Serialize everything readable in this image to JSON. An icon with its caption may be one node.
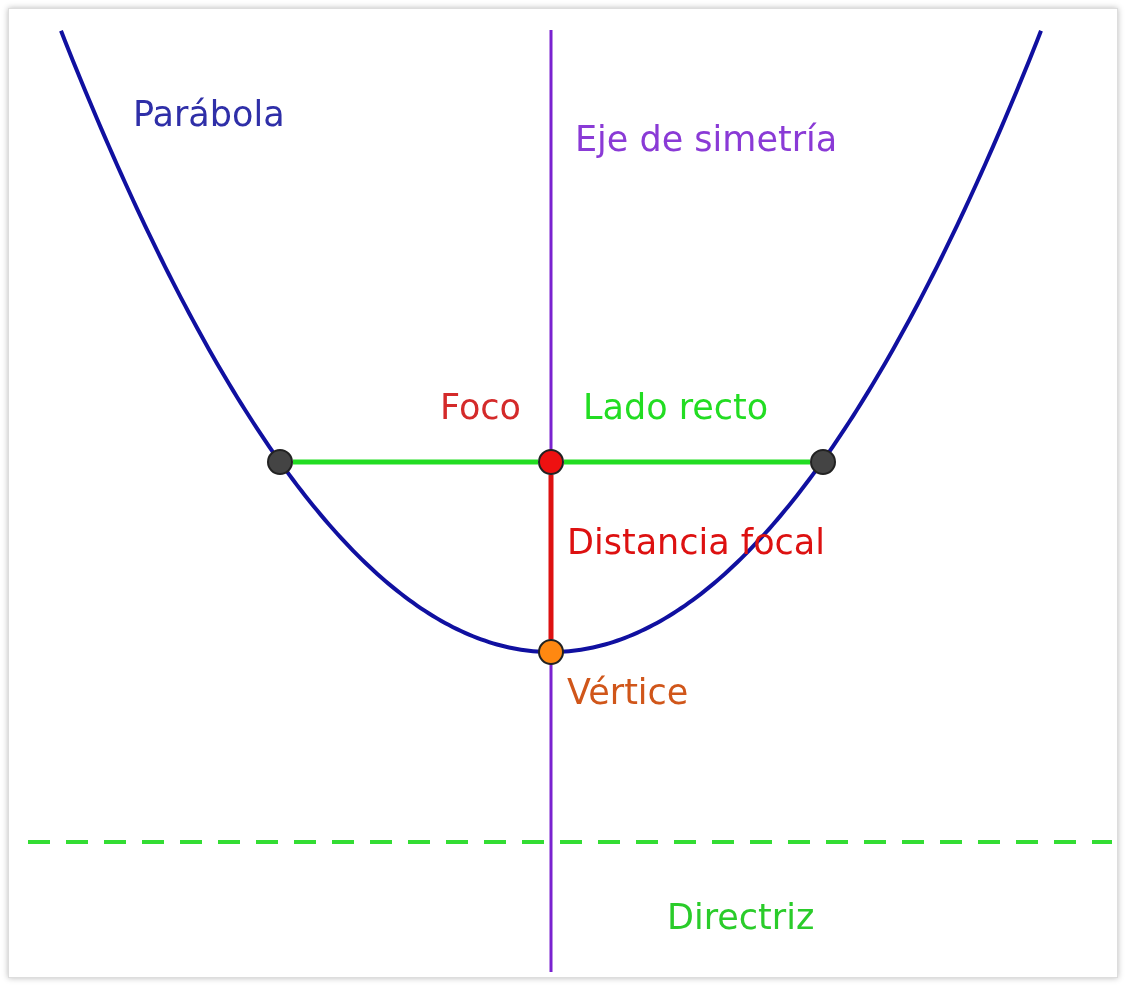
{
  "diagram": {
    "nodes": [
      {
        "text": [],
        "shape": "circle"
      },
      {
        "text": [],
        "shape": "circle",
        "beside": [
          "Foco"
        ]
      },
      {
        "text": [],
        "shape": "circle"
      },
      {
        "text": [],
        "shape": "circle",
        "beside": [
          "Vértice"
        ]
      }
    ],
    "edges": [
      {
        "from": 0,
        "to": 1,
        "arrow": "none",
        "color": "#22dd22"
      },
      {
        "from": 1,
        "to": 2,
        "arrow": "none",
        "label": "Lado recto",
        "color": "#22dd22"
      },
      {
        "from": 1,
        "to": 3,
        "arrow": "none",
        "label": "Distancia focal",
        "color": "#dd1111"
      }
    ],
    "labels": [
      "Parábola",
      "Eje de simetría",
      "Directriz"
    ]
  }
}
